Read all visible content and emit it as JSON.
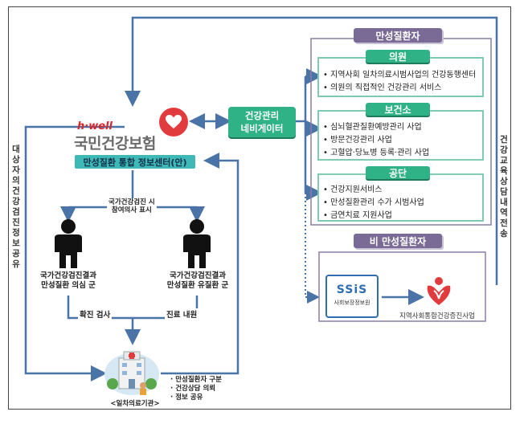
{
  "brand": {
    "hwell": "h·well",
    "nhis": "국민건강보험"
  },
  "info_center": "만성질환 통합 정보센터(안)",
  "navigator": {
    "line1": "건강관리",
    "line2": "네비게이터"
  },
  "chronic_patients": {
    "title": "만성질환자",
    "groups": [
      {
        "name": "의원",
        "items": [
          "지역사회 일차의료시범사업의 건강동행센터",
          "의원의 직접적인 건강관리 서비스"
        ]
      },
      {
        "name": "보건소",
        "items": [
          "심뇌혈관질환예방관리 사업",
          "방문건강관리 사업",
          "고혈압·당뇨병 등록·관리 사업"
        ]
      },
      {
        "name": "공단",
        "items": [
          "건강지원서비스",
          "만성질환관리 수가 시범사업",
          "금연치료 지원사업"
        ]
      }
    ]
  },
  "non_chronic": {
    "title": "비 만성질환자",
    "ssis_logo": "SSiS",
    "ssis_caption": "사회보장정보원",
    "community_caption": "지역사회통합건강증진사업"
  },
  "left_vertical": "대상자의 건강검진 정보공유",
  "right_vertical": "건강교육 상담내역 전송",
  "checkup_note": {
    "line1": "국가건강검진 시",
    "line2": "참여의사 표시"
  },
  "person_left": {
    "line1": "국가건강검진결과",
    "line2": "만성질환 의심 군"
  },
  "person_right": {
    "line1": "국가건강검진결과",
    "line2": "만성질환 유질환 군"
  },
  "confirm_exam": "확진 검사",
  "care_guide": "진료 내원",
  "clinic_label": "<일차의료기관>",
  "clinic_notes": [
    "만성질환자 구분",
    "건강상담 의뢰",
    "정보 공유"
  ],
  "colors": {
    "arrow": "#4a73a8",
    "purple": "#7a6a96",
    "green": "#2fb286",
    "teal": "#3fb8b8"
  }
}
